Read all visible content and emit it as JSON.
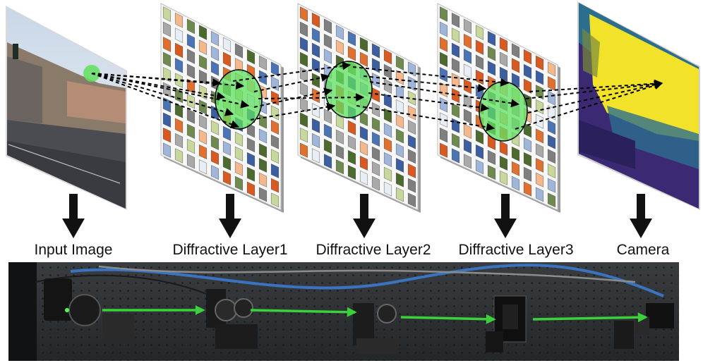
{
  "labels": {
    "input_image": "Input Image",
    "layer1": "Diffractive Layer1",
    "layer2": "Diffractive Layer2",
    "layer3": "Diffractive Layer3",
    "camera": "Camera"
  },
  "colors": {
    "pixel_palette": [
      "#4a74b4",
      "#e07030",
      "#6f8a4e",
      "#f4b88c",
      "#9fb6da",
      "#c8d89c",
      "#a9a9a9",
      "#d85a20",
      "#4d6a2e",
      "#e8eef6",
      "#3b5fa0",
      "#7f7f7f"
    ],
    "focus_circle": "#5fe05f",
    "beam_arrow": "#3ad13a",
    "ray_line": "#000000",
    "camera_yellow": "#f2e32a",
    "camera_purple": "#3b2a73",
    "camera_teal": "#2c6e8e"
  },
  "icons": [
    "down-arrow-icon",
    "green-beam-arrow-icon",
    "dashed-ray-arrow-icon"
  ]
}
